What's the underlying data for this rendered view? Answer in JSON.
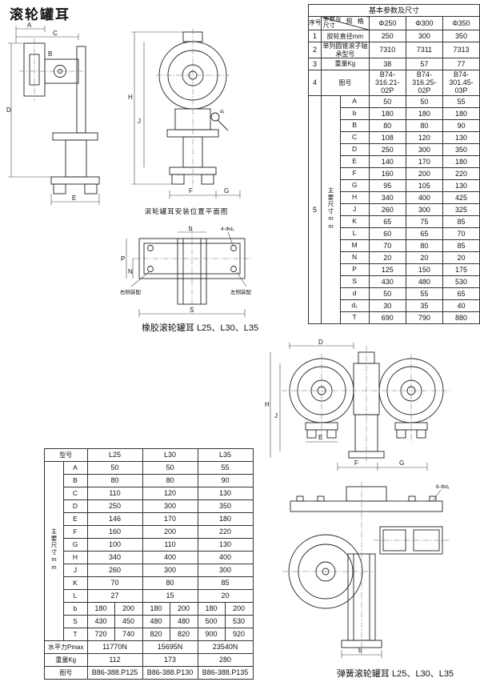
{
  "page": {
    "title": "滚轮罐耳"
  },
  "captions": {
    "install_plan": "滚轮罐耳安装位置平面图",
    "rubber_roller": "橡胶滚轮罐耳 L25、L30、L35",
    "spring_roller": "弹簧滚轮罐耳 L25、L30、L35"
  },
  "labels": {
    "A": "A",
    "B": "B",
    "C": "C",
    "D": "D",
    "E": "E",
    "F": "F",
    "G": "G",
    "H": "H",
    "J": "J",
    "P": "P",
    "N": "N",
    "S": "S",
    "b": "b",
    "d1": "d₁",
    "hole_note": "4-Φd₁",
    "hole_note2": "8-Φd₁",
    "right_assembly": "右侧装配",
    "left_assembly": "左侧装配"
  },
  "spec_table": {
    "title": "基本参数及尺寸",
    "seq_header": "序号",
    "corner_top": "规 格",
    "corner_bottom": "参数及尺寸",
    "spec_cols": [
      "Φ250",
      "Φ300",
      "Φ350"
    ],
    "param_rows": [
      {
        "no": "1",
        "label": "胶轮直径mm",
        "values": [
          "250",
          "300",
          "350"
        ]
      },
      {
        "no": "2",
        "label": "单列圆锥滚子轴承型号",
        "values": [
          "7310",
          "7311",
          "7313"
        ]
      },
      {
        "no": "3",
        "label": "重量Kg",
        "values": [
          "38",
          "57",
          "77"
        ]
      },
      {
        "no": "4",
        "label": "图号",
        "values": [
          "B74-316.21-02P",
          "B74-316.25-02P",
          "B74-301.45-03P"
        ]
      }
    ],
    "dims_row": {
      "no": "5",
      "label": "主要尺寸mm",
      "dims": [
        {
          "dim": "A",
          "values": [
            "50",
            "50",
            "55"
          ]
        },
        {
          "dim": "b",
          "values": [
            "180",
            "180",
            "180"
          ]
        },
        {
          "dim": "B",
          "values": [
            "80",
            "80",
            "90"
          ]
        },
        {
          "dim": "C",
          "values": [
            "108",
            "120",
            "130"
          ]
        },
        {
          "dim": "D",
          "values": [
            "250",
            "300",
            "350"
          ]
        },
        {
          "dim": "E",
          "values": [
            "140",
            "170",
            "180"
          ]
        },
        {
          "dim": "F",
          "values": [
            "160",
            "200",
            "220"
          ]
        },
        {
          "dim": "G",
          "values": [
            "95",
            "105",
            "130"
          ]
        },
        {
          "dim": "H",
          "values": [
            "340",
            "400",
            "425"
          ]
        },
        {
          "dim": "J",
          "values": [
            "260",
            "300",
            "325"
          ]
        },
        {
          "dim": "K",
          "values": [
            "65",
            "75",
            "85"
          ]
        },
        {
          "dim": "L",
          "values": [
            "60",
            "65",
            "70"
          ]
        },
        {
          "dim": "M",
          "values": [
            "70",
            "80",
            "85"
          ]
        },
        {
          "dim": "N",
          "values": [
            "20",
            "20",
            "20"
          ]
        },
        {
          "dim": "P",
          "values": [
            "125",
            "150",
            "175"
          ]
        },
        {
          "dim": "S",
          "values": [
            "430",
            "480",
            "530"
          ]
        },
        {
          "dim": "d",
          "values": [
            "50",
            "55",
            "65"
          ]
        },
        {
          "dim": "d₁",
          "values": [
            "30",
            "35",
            "40"
          ]
        },
        {
          "dim": "T",
          "values": [
            "690",
            "790",
            "880"
          ]
        }
      ]
    }
  },
  "model_table": {
    "model_header": "型号",
    "models": [
      "L25",
      "L30",
      "L35"
    ],
    "side_label": "主要尺寸mm",
    "dims": [
      {
        "dim": "A",
        "values": [
          "50",
          "50",
          "55"
        ]
      },
      {
        "dim": "B",
        "values": [
          "80",
          "80",
          "90"
        ]
      },
      {
        "dim": "C",
        "values": [
          "110",
          "120",
          "130"
        ]
      },
      {
        "dim": "D",
        "values": [
          "250",
          "300",
          "350"
        ]
      },
      {
        "dim": "E",
        "values": [
          "146",
          "170",
          "180"
        ]
      },
      {
        "dim": "F",
        "values": [
          "160",
          "200",
          "220"
        ]
      },
      {
        "dim": "G",
        "values": [
          "100",
          "110",
          "130"
        ]
      },
      {
        "dim": "H",
        "values": [
          "340",
          "400",
          "400"
        ]
      },
      {
        "dim": "J",
        "values": [
          "260",
          "300",
          "300"
        ]
      },
      {
        "dim": "K",
        "values": [
          "70",
          "80",
          "85"
        ]
      },
      {
        "dim": "L",
        "values": [
          "27",
          "15",
          "20"
        ]
      }
    ],
    "split_dims": [
      {
        "dim": "b",
        "values": [
          "180",
          "200",
          "180",
          "200",
          "180",
          "200"
        ]
      },
      {
        "dim": "S",
        "values": [
          "430",
          "450",
          "480",
          "480",
          "500",
          "530"
        ]
      },
      {
        "dim": "T",
        "values": [
          "720",
          "740",
          "820",
          "820",
          "900",
          "920"
        ]
      }
    ],
    "footer": [
      {
        "label": "水平力Pmax",
        "values": [
          "11770N",
          "15695N",
          "23540N"
        ]
      },
      {
        "label": "重量Kg",
        "values": [
          "112",
          "173",
          "280"
        ]
      },
      {
        "label": "图号",
        "values": [
          "B86-388.P125",
          "B86-388.P130",
          "B86-388.P135"
        ]
      }
    ]
  }
}
